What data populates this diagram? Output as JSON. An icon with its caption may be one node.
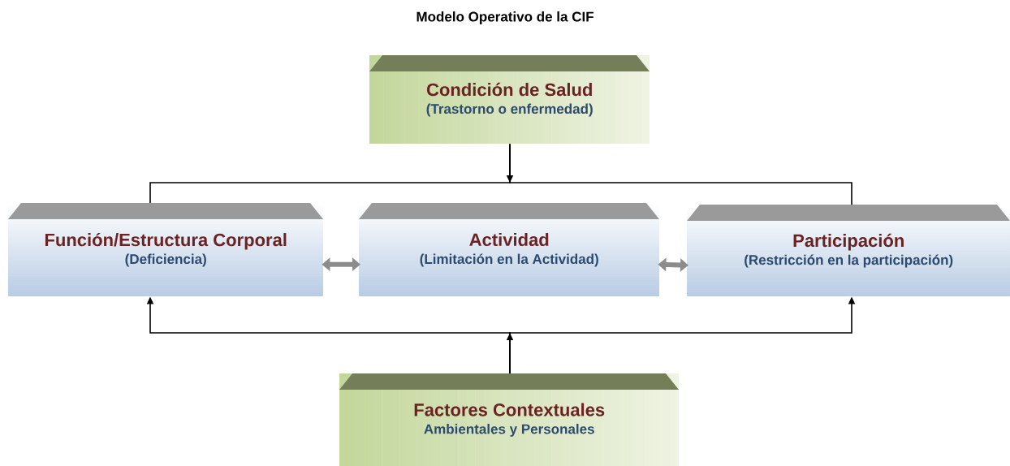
{
  "diagram": {
    "title": "Modelo Operativo de la CIF",
    "nodes": [
      {
        "text": [
          "Condición de Salud",
          "(Trastorno o enfermedad)"
        ]
      },
      {
        "text": [
          "Función/Estructura Corporal",
          "(Deficiencia)"
        ]
      },
      {
        "text": [
          "Actividad",
          "(Limitación en la Actividad)"
        ]
      },
      {
        "text": [
          "Participación",
          "(Restricción en la participación)"
        ]
      },
      {
        "text": [
          "Factores Contextuales",
          "Ambientales y Personales"
        ]
      }
    ],
    "edges": [
      {
        "from": 0,
        "to": null,
        "arrow": "to"
      },
      {
        "from": 0,
        "to": 1,
        "arrow": "none"
      },
      {
        "from": 0,
        "to": 3,
        "arrow": "none"
      },
      {
        "from": 1,
        "to": 2,
        "arrow": "both",
        "style": "thick",
        "color": "#8c8c8c"
      },
      {
        "from": 2,
        "to": 3,
        "arrow": "both",
        "style": "thick",
        "color": "#8c8c8c"
      },
      {
        "from": 4,
        "to": null,
        "arrow": "to"
      },
      {
        "from": 4,
        "to": 1,
        "arrow": "to"
      },
      {
        "from": 4,
        "to": 3,
        "arrow": "to"
      }
    ]
  }
}
